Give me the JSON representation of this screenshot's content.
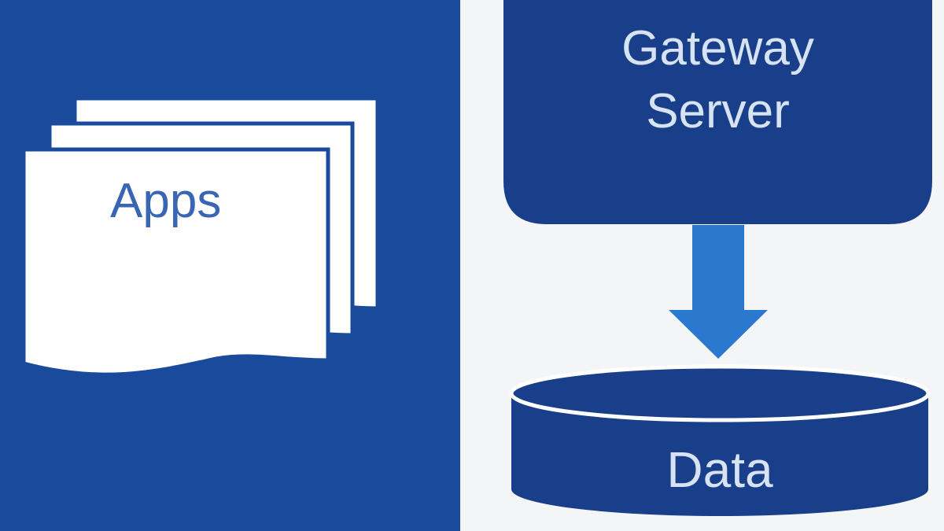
{
  "diagram": {
    "apps_label": "Apps",
    "gateway_label_line1": "Gateway",
    "gateway_label_line2": "Server",
    "data_label": "Data"
  },
  "colors": {
    "left_panel": "#1a4a9c",
    "right_background": "#f4f5f7",
    "gateway_box": "#1a3f8a",
    "arrow": "#2b79cf",
    "database": "#1a3f8a",
    "page_stack": "#ffffff",
    "apps_text": "#3866b3",
    "light_text": "#d7e3f3"
  },
  "icons": {
    "apps": "document-stack-icon",
    "flow": "arrow-down-icon",
    "data": "database-icon"
  }
}
